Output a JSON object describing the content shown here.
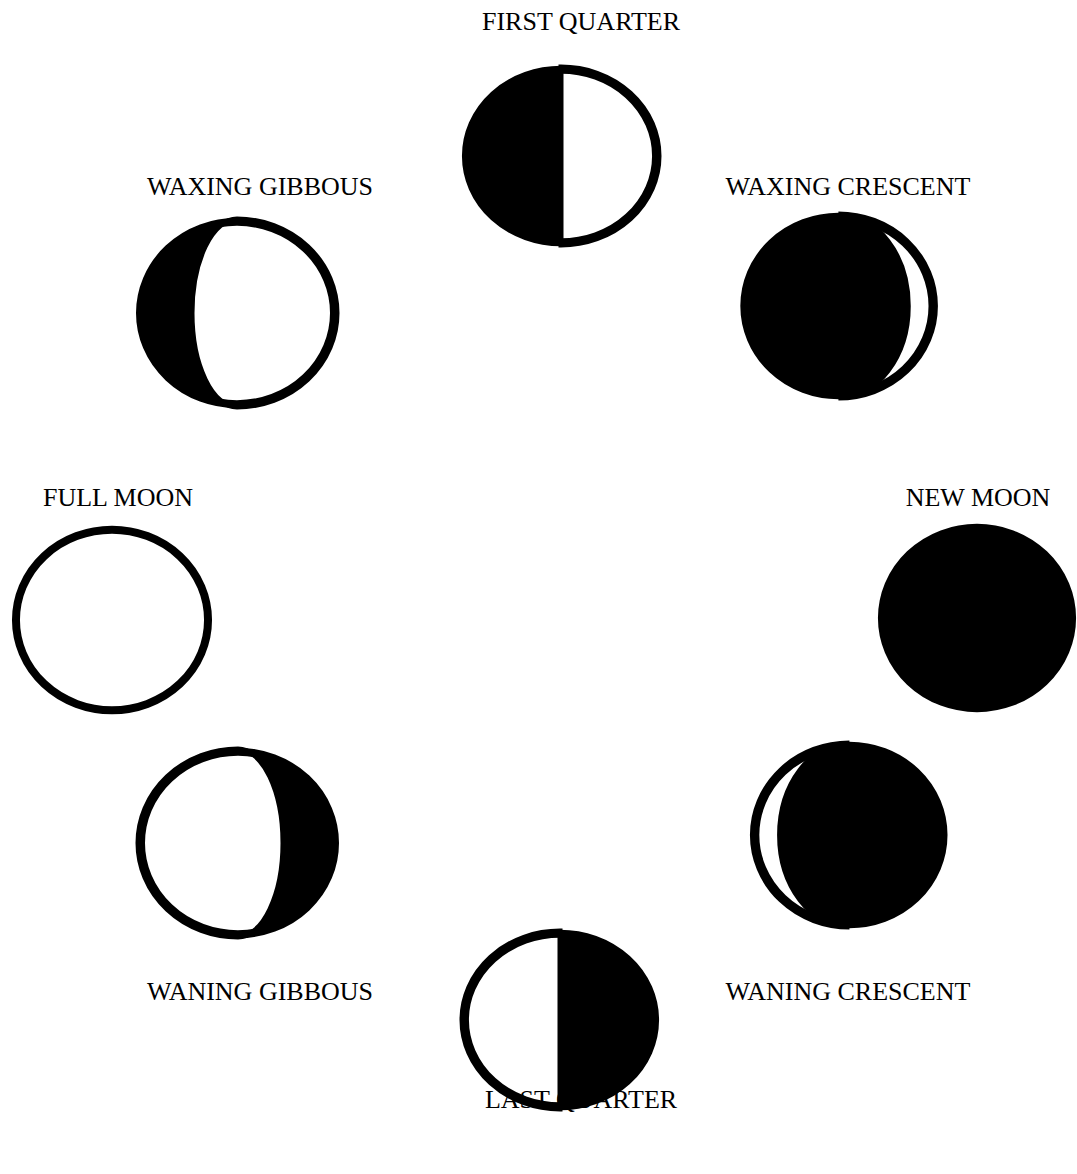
{
  "diagram": {
    "nodes": [
      {
        "text": [
          "FIRST QUARTER"
        ]
      },
      {
        "text": [
          "WAXING GIBBOUS"
        ]
      },
      {
        "text": [
          "WAXING CRESCENT"
        ]
      },
      {
        "text": [
          "FULL MOON"
        ]
      },
      {
        "text": [
          "NEW MOON"
        ]
      },
      {
        "text": [
          "WANING GIBBOUS"
        ]
      },
      {
        "text": [
          "WANING CRESCENT"
        ]
      },
      {
        "text": [
          "LAST QUARTER"
        ]
      }
    ]
  }
}
